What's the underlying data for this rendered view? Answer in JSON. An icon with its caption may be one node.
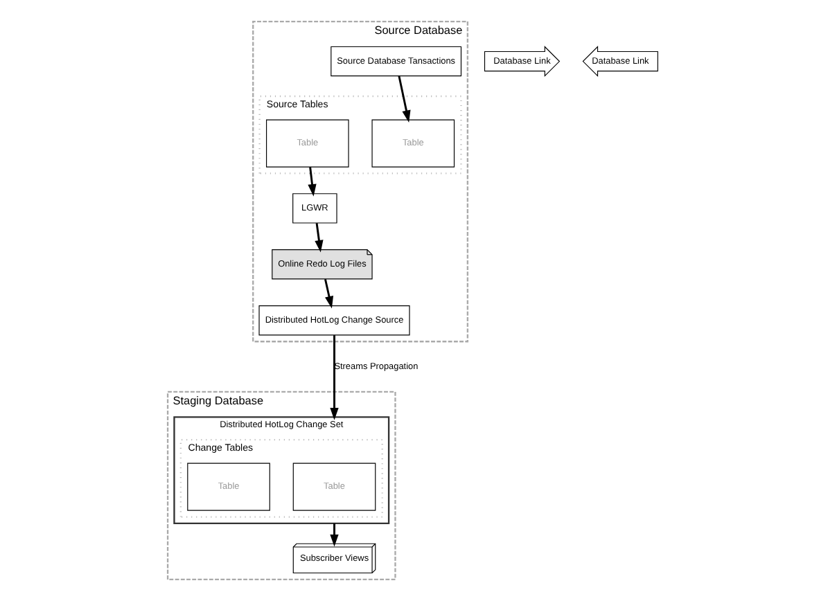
{
  "diagram": {
    "nodes": [
      {
        "text": [
          "Source Database"
        ]
      },
      {
        "text": [
          "Source Database Tansactions"
        ],
        "in": 0
      },
      {
        "text": [
          "Source Tables"
        ],
        "in": 0
      },
      {
        "text": [
          "Table"
        ],
        "in": 2
      },
      {
        "text": [
          "Table"
        ],
        "in": 2
      },
      {
        "text": [
          "LGWR"
        ],
        "in": 0
      },
      {
        "text": [
          "Online Redo Log Files"
        ],
        "in": 0
      },
      {
        "text": [
          "Distributed HotLog Change Source"
        ],
        "in": 0
      },
      {
        "text": [
          "Staging Database"
        ]
      },
      {
        "text": [
          "Distributed HotLog Change Set"
        ],
        "in": 8
      },
      {
        "text": [
          "Change Tables"
        ],
        "in": 9
      },
      {
        "text": [
          "Table"
        ],
        "in": 10
      },
      {
        "text": [
          "Table"
        ],
        "in": 10
      },
      {
        "text": [
          "Subscriber Views"
        ],
        "in": 8
      },
      {
        "text": [
          "Database Link"
        ]
      },
      {
        "text": [
          "Database Link"
        ]
      }
    ],
    "edges": [
      {
        "from": 1,
        "to": 3,
        "arrow": "to"
      },
      {
        "from": 4,
        "to": 5,
        "arrow": "to"
      },
      {
        "from": 5,
        "to": 6,
        "arrow": "to"
      },
      {
        "from": 6,
        "to": 7,
        "arrow": "to"
      },
      {
        "from": 7,
        "to": 9,
        "label": "Streams Propagation",
        "arrow": "to"
      },
      {
        "from": 9,
        "to": 13,
        "arrow": "to"
      }
    ]
  }
}
